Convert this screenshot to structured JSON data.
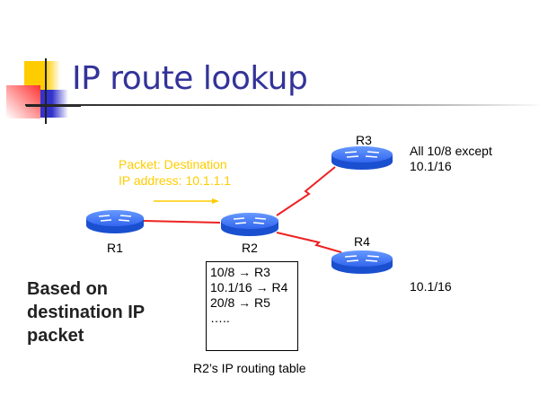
{
  "slide": {
    "title": "IP route lookup",
    "colors": {
      "title": "#333399",
      "packet_text": "#ffcc00",
      "link": "#ee2222",
      "router": "#3366ee"
    }
  },
  "packet": {
    "line1": "Packet: Destination",
    "line2": "IP address: 10.1.1.1"
  },
  "routers": [
    {
      "id": "R1",
      "label": "R1"
    },
    {
      "id": "R2",
      "label": "R2"
    },
    {
      "id": "R3",
      "label": "R3"
    },
    {
      "id": "R4",
      "label": "R4"
    }
  ],
  "notes": {
    "r3_line1": "All 10/8 except",
    "r3_line2": "10.1/16",
    "r4": "10.1/16"
  },
  "based_on": {
    "line1": "Based on",
    "line2": "destination IP",
    "line3": "packet"
  },
  "routing_table": {
    "caption": "R2’s IP routing table",
    "rows": [
      {
        "prefix": "10/8",
        "arrow": "→",
        "next_hop": "R3"
      },
      {
        "prefix": "10.1/16",
        "arrow": "→",
        "next_hop": "R4"
      },
      {
        "prefix": "20/8",
        "arrow": "→",
        "next_hop": "R5"
      },
      {
        "prefix": "…..",
        "arrow": "",
        "next_hop": ""
      }
    ]
  }
}
